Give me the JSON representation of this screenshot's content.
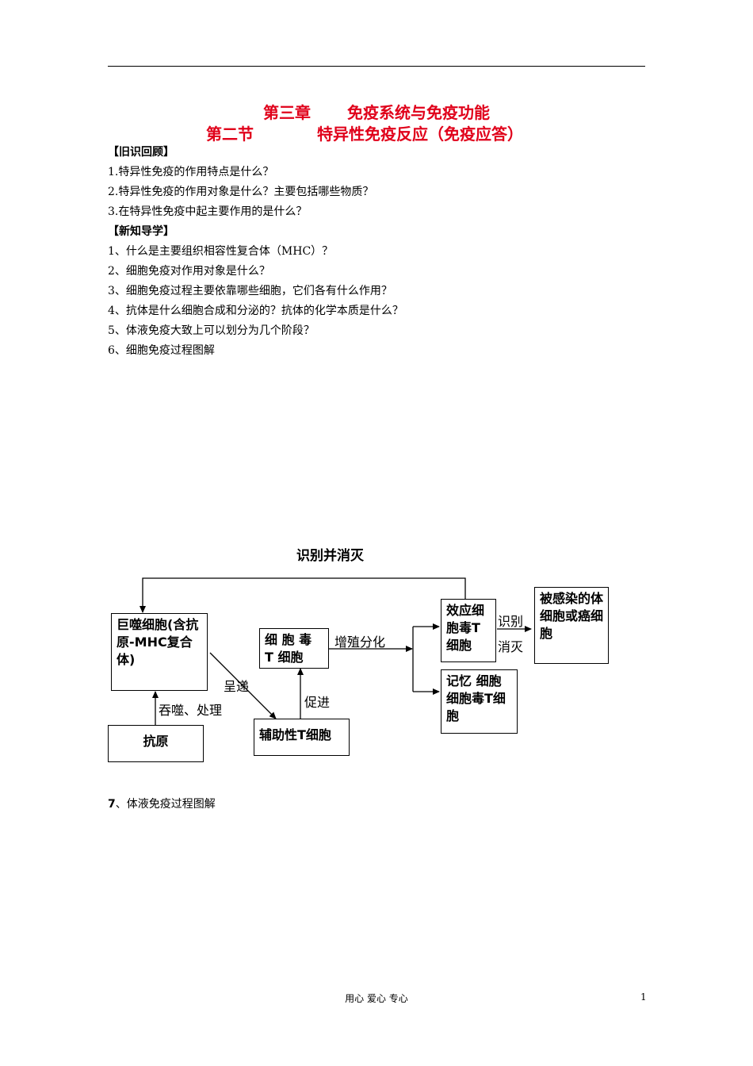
{
  "title_line1": [
    "第三章",
    "免疫系统与免疫功能"
  ],
  "title_line2": [
    "第二节",
    "特异性免疫反应（免疫应答）"
  ],
  "review": {
    "heading": "【旧识回顾】",
    "items": [
      "1.特异性免疫的作用特点是什么？",
      "2.特异性免疫的作用对象是什么？主要包括哪些物质？",
      "3.在特异性免疫中起主要作用的是什么？"
    ]
  },
  "new": {
    "heading": "【新知导学】",
    "items": [
      "1、什么是主要组织相容性复合体（MHC）？",
      "2、细胞免疫对作用对象是什么？",
      "3、细胞免疫过程主要依靠哪些细胞，它们各有什么作用？",
      "4、抗体是什么细胞合成和分泌的？抗体的化学本质是什么？",
      "5、体液免疫大致上可以划分为几个阶段？",
      "6、细胞免疫过程图解"
    ]
  },
  "diagram": {
    "top_label": "识别并消灭",
    "macrophage": "巨噬细胞(含抗原-MHC复合体)",
    "antigen": "抗原",
    "cytotoxic_t": "细 胞 毒 T 细胞",
    "helper_t": "辅助性T细胞",
    "effector": "效应细胞毒T细胞",
    "memory": "记忆 细胞细胞毒T细胞",
    "infected": "被感染的体细胞或癌细胞",
    "l_engulf": "吞噬、处理",
    "l_present": "呈递",
    "l_promote": "促进",
    "l_prolif": "增殖分化",
    "l_recog": "识别",
    "l_elim": "消灭"
  },
  "item7_num": "7",
  "item7_text": "、体液免疫过程图解",
  "footer": "用心 爱心 专心",
  "page_number": "1"
}
